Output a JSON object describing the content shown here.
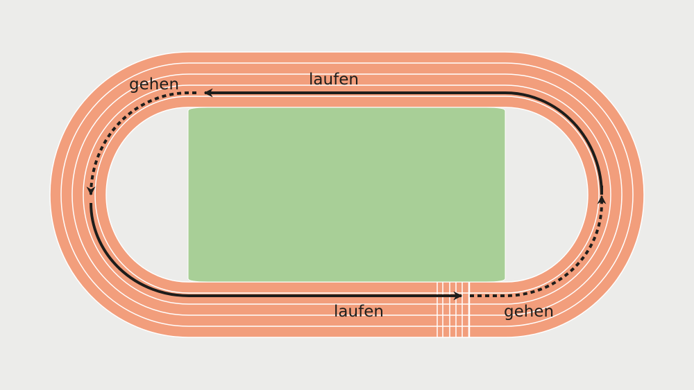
{
  "labels": {
    "top_run": "laufen",
    "top_left_walk": "gehen",
    "bottom_run": "laufen",
    "bottom_right_walk": "gehen"
  },
  "colors": {
    "background": "#ececea",
    "track": "#f29e7c",
    "field": "#a8cf97",
    "lines": "#ffffff",
    "arrows": "#1d1d1b"
  }
}
